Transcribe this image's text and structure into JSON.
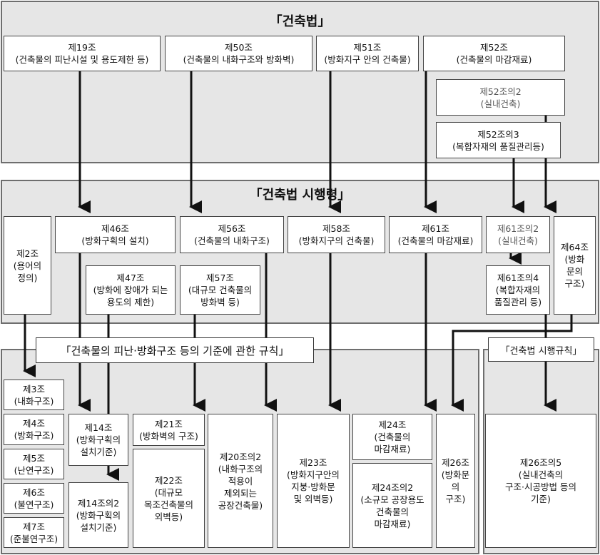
{
  "act": {
    "title": "「건축법」",
    "boxes": {
      "a19": "제19조\n(건축물의 피난시설 및 용도제한 등)",
      "a50": "제50조\n(건축물의 내화구조와 방화벽)",
      "a51": "제51조\n(방화지구 안의 건축물)",
      "a52": "제52조\n(건축물의 마감재료)",
      "a52_2": "제52조의2\n(실내건축)",
      "a52_3": "제52조의3\n(복합자재의 품질관리등)"
    }
  },
  "decree": {
    "title": "「건축법 시행령」",
    "boxes": {
      "d2": "제2조\n(용어의\n정의)",
      "d46": "제46조\n(방화구획의 설치)",
      "d56": "제56조\n(건축물의 내화구조)",
      "d58": "제58조\n(방화지구의 건축물)",
      "d61": "제61조\n(건축물의 마감재료)",
      "d61_2": "제61조의2\n(실내건축)",
      "d64": "제64조\n(방화\n문의\n구조)",
      "d47": "제47조\n(방화에 장애가 되는\n용도의 제한)",
      "d57": "제57조\n(대규모 건축물의\n방화벽 등)",
      "d61_4": "제61조의4\n(복합자재의\n품질관리 등)"
    }
  },
  "rules": {
    "title": "「건축물의 피난·방화구조 등의 기준에 관한 규칙」",
    "boxes": {
      "r3": "제3조\n(내화구조)",
      "r4": "제4조\n(방화구조)",
      "r5": "제5조\n(난연구조)",
      "r6": "제6조\n(불연구조)",
      "r7": "제7조\n(준불연구조)",
      "r14": "제14조\n(방화구획의\n설치기준)",
      "r14_2": "제14조의2\n(방화구획의\n설치기준)",
      "r21": "제21조\n(방화벽의 구조)",
      "r22": "제22조\n(대규모\n목조건축물의\n외벽등)",
      "r20_2": "제20조의2\n(내화구조의\n적용이\n제외되는\n공장건축물)",
      "r23": "제23조\n(방화지구안의\n지붕·방화문\n및 외벽등)",
      "r24": "제24조\n(건축물의\n마감재료)",
      "r24_2": "제24조의2\n(소규모 공장용도\n건축물의\n마감재료)",
      "r26": "제26조\n(방화문\n의\n구조)"
    }
  },
  "enforcement": {
    "title": "「건축법 시행규칙」",
    "boxes": {
      "e26_5": "제26조의5\n(실내건축의\n구조·시공방법 등의\n기준)"
    }
  }
}
